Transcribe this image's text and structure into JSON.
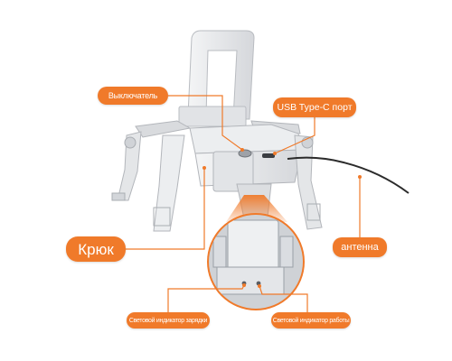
{
  "callouts": {
    "switch": "Выключатель",
    "usb_port": "USB Type-C порт",
    "hook": "Крюк",
    "antenna": "антенна",
    "charge_indicator": "Световой индикатор зарядки",
    "work_indicator": "Световой индикатор работы"
  },
  "colors": {
    "accent": "#f07a2a",
    "device": "#e9eaec",
    "device_shade": "#c9cbcf",
    "cable": "#2b2b2b"
  }
}
